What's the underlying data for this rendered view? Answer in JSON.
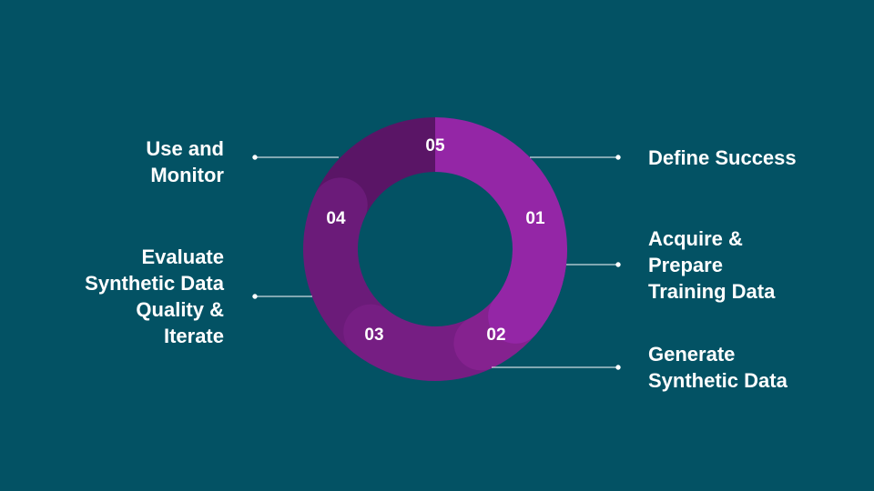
{
  "background_color": "#035264",
  "steps": [
    {
      "number": "01",
      "label": "Define Success",
      "color": "#9426a6"
    },
    {
      "number": "02",
      "label": "Acquire & Prepare Training Data",
      "color": "#85228f"
    },
    {
      "number": "03",
      "label": "Generate Synthetic Data",
      "color": "#761e83"
    },
    {
      "number": "04",
      "label": "Evaluate Synthetic Data Quality & Iterate",
      "color": "#6b1b79"
    },
    {
      "number": "05",
      "label": "Use and Monitor",
      "color": "#5a1566"
    }
  ],
  "label_lines": {
    "s1": "Define Success",
    "s2": "Acquire &\nPrepare\nTraining Data",
    "s3": "Generate\nSynthetic Data",
    "s4": "Evaluate\nSynthetic Data\nQuality &\nIterate",
    "s5": "Use and\nMonitor"
  }
}
